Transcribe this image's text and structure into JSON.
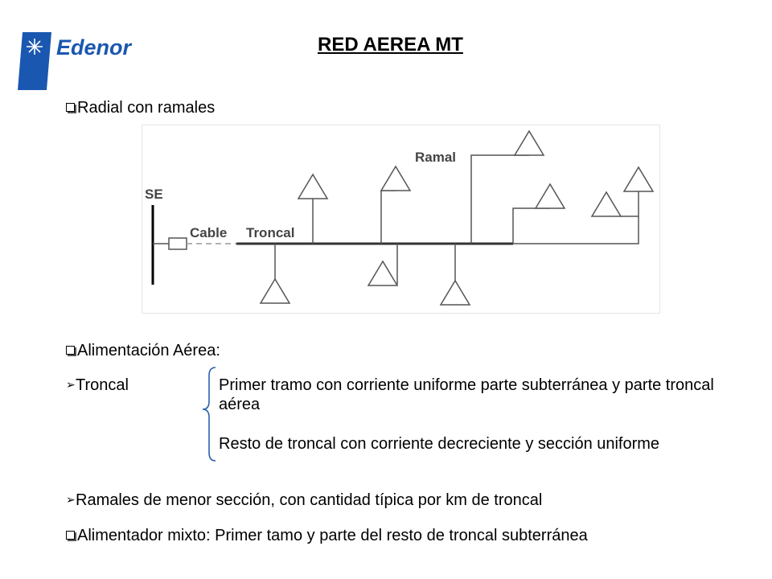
{
  "brand": {
    "name": "Edenor",
    "color": "#1a57b0"
  },
  "title": "RED AEREA  MT",
  "bullets": {
    "b1": "Radial con ramales",
    "b2": "Alimentación Aérea:",
    "b3_label": "Troncal",
    "b3_line1": "Primer tramo con corriente uniforme parte subterránea y parte troncal aérea",
    "b3_line2": "Resto de troncal con corriente decreciente y sección uniforme",
    "b4": "Ramales de menor sección, con cantidad típica por km de troncal",
    "b5": "Alimentador mixto: Primer tamo y parte del resto de troncal subterránea"
  },
  "diagram": {
    "labels": {
      "se": "SE",
      "cable": "Cable",
      "troncal": "Troncal",
      "ramal": "Ramal"
    }
  }
}
